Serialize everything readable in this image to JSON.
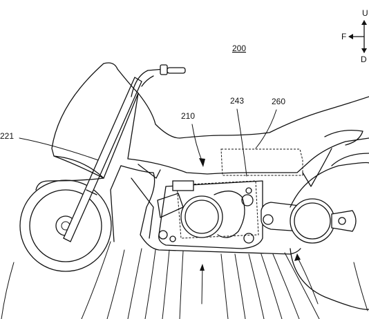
{
  "figure_number": "200",
  "orientation": {
    "up": "U",
    "front": "F",
    "down": "D"
  },
  "reference_labels": {
    "r221": "221",
    "r210": "210",
    "r243": "243",
    "r260": "260"
  }
}
